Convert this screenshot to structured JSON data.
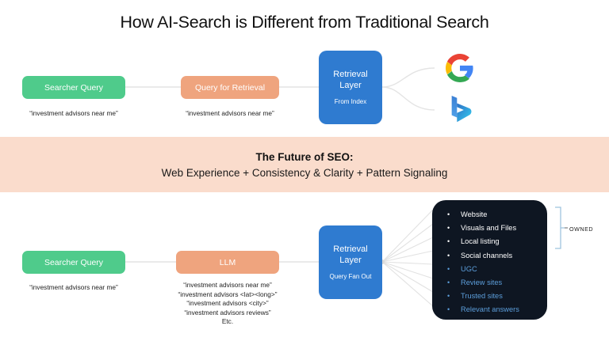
{
  "title": "How AI-Search is Different from Traditional Search",
  "traditional_row": {
    "searcher_query": {
      "label": "Searcher Query",
      "caption": "“investment advisors near me”"
    },
    "query_for_retrieval": {
      "label": "Query for Retrieval",
      "caption": "“investment advisors near me”"
    },
    "retrieval_layer": {
      "label_line1": "Retrieval",
      "label_line2": "Layer",
      "sublabel": "From Index"
    },
    "engines": [
      {
        "name": "google-logo",
        "letter": "G"
      },
      {
        "name": "bing-logo",
        "letter": "b"
      }
    ]
  },
  "banner": {
    "line1": "The Future of SEO:",
    "line2": "Web Experience + Consistency & Clarity + Pattern Signaling"
  },
  "ai_row": {
    "searcher_query": {
      "label": "Searcher Query",
      "caption": "“investment advisors near me”"
    },
    "llm": {
      "label": "LLM",
      "caption": "“investment advisors near me”\n“investment advisors <lat><long>”\n“investment advisors <city>”\n“investment advisors reviews”\nEtc."
    },
    "retrieval_layer": {
      "label_line1": "Retrieval",
      "label_line2": "Layer",
      "sublabel": "Query Fan Out"
    },
    "surfaces": {
      "owned_label": "OWNED",
      "items": [
        {
          "text": "Website",
          "owned": true
        },
        {
          "text": "Visuals and Files",
          "owned": true
        },
        {
          "text": "Local listing",
          "owned": true
        },
        {
          "text": "Social channels",
          "owned": true
        },
        {
          "text": "UGC",
          "owned": false
        },
        {
          "text": "Review sites",
          "owned": false
        },
        {
          "text": "Trusted sites",
          "owned": false
        },
        {
          "text": "Relevant answers",
          "owned": false
        }
      ]
    }
  },
  "colors": {
    "green": "#4FCB8B",
    "orange": "#EFA47E",
    "blue": "#2F7BD0",
    "banner": "#FADCCC",
    "dark": "#0E1622",
    "accent_text": "#5C9EDB",
    "wire": "#E2E2E2"
  }
}
